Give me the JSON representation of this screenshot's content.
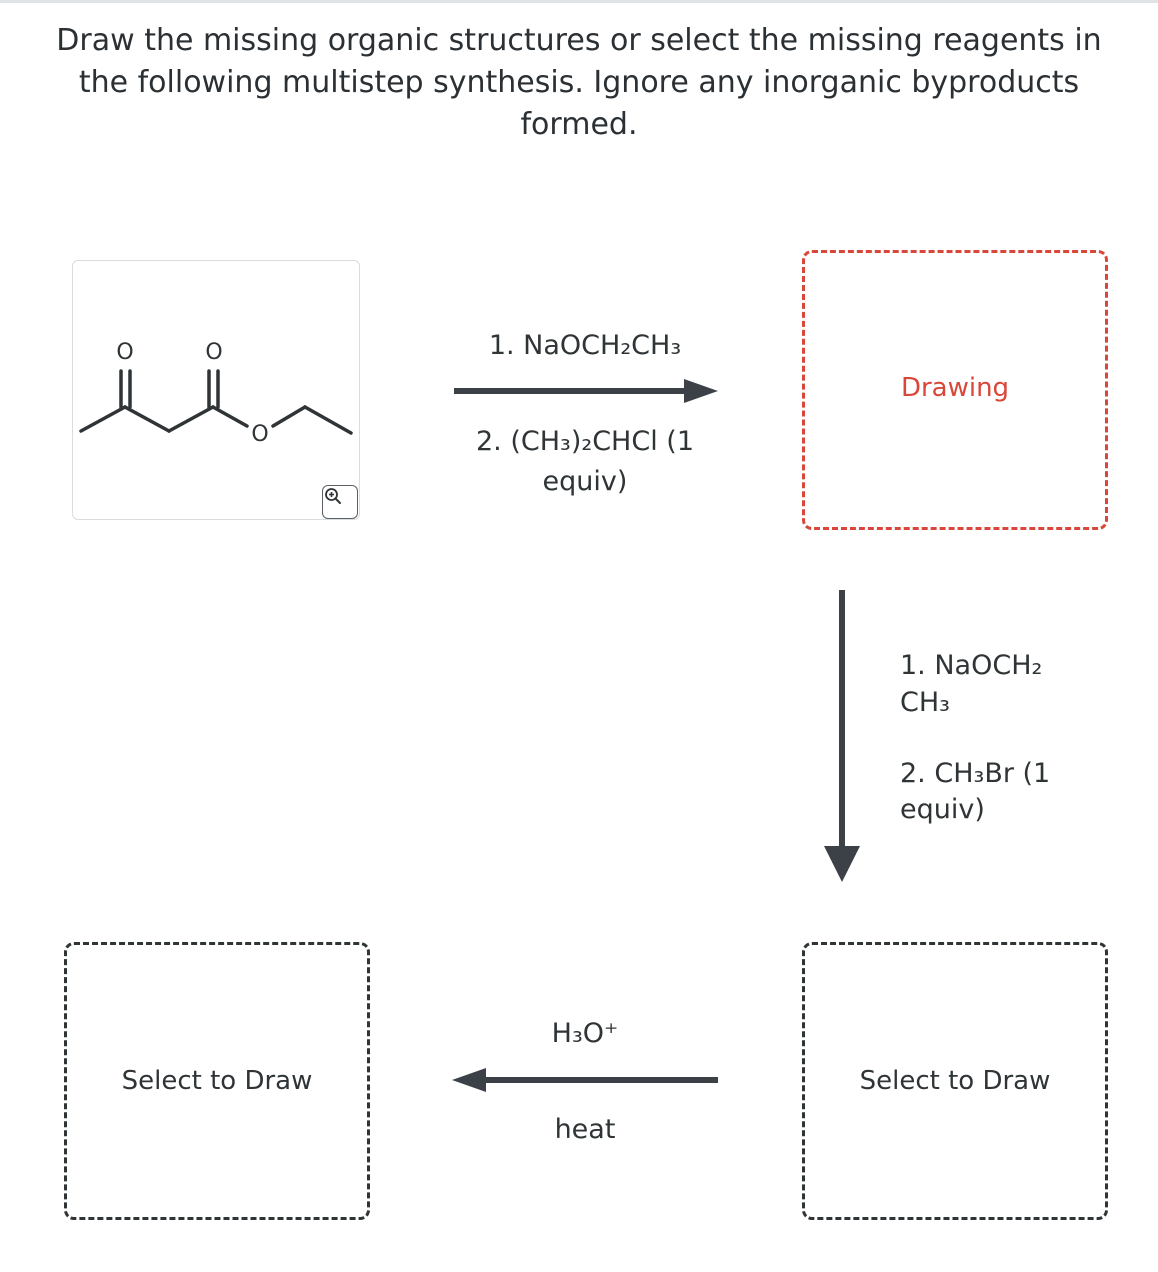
{
  "instructions": "Draw the missing organic structures or select the missing reagents in the following multistep synthesis. Ignore any inorganic byproducts formed.",
  "starting_material": {
    "atoms": {
      "o1": "O",
      "o2": "O",
      "o3": "O"
    },
    "zoom_icon": "zoom-in-icon"
  },
  "step1": {
    "line1": "1. NaOCH₂CH₃",
    "line2": "2. (CH₃)₂CHCl (1",
    "line3": "equiv)"
  },
  "step2": {
    "line1": "1. NaOCH₂",
    "line2": "CH₃",
    "line3": "2. CH₃Br (1",
    "line4": "equiv)"
  },
  "step3": {
    "top": "H₃O⁺",
    "bottom": "heat"
  },
  "boxes": {
    "intermediate1": "Drawing",
    "intermediate2": "Select to Draw",
    "product": "Select to Draw"
  },
  "colors": {
    "active": "#d9473a",
    "arrow": "#3b4147",
    "text": "#2f3437"
  }
}
